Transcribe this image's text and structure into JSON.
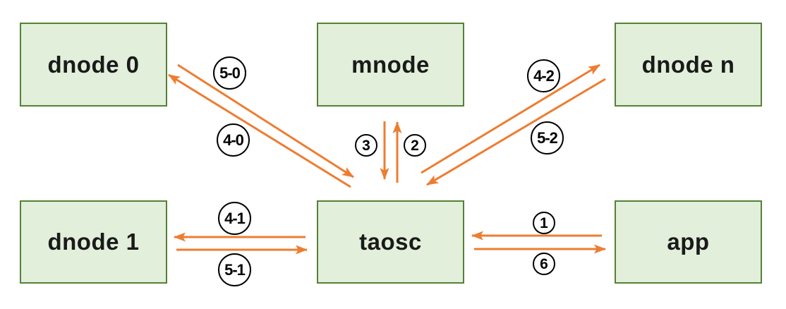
{
  "nodes": [
    {
      "id": "dnode0",
      "label": "dnode 0"
    },
    {
      "id": "mnode",
      "label": "mnode"
    },
    {
      "id": "dnoden",
      "label": "dnode n"
    },
    {
      "id": "dnode1",
      "label": "dnode 1"
    },
    {
      "id": "taosc",
      "label": "taosc"
    },
    {
      "id": "app",
      "label": "app"
    }
  ],
  "edges": [
    {
      "from": "dnode 0",
      "to": "taosc",
      "label": "5-0"
    },
    {
      "from": "taosc",
      "to": "dnode 0",
      "label": "4-0"
    },
    {
      "from": "mnode",
      "to": "taosc",
      "label": "3"
    },
    {
      "from": "taosc",
      "to": "mnode",
      "label": "2"
    },
    {
      "from": "taosc",
      "to": "dnode n",
      "label": "4-2"
    },
    {
      "from": "dnode n",
      "to": "taosc",
      "label": "5-2"
    },
    {
      "from": "taosc",
      "to": "dnode 1",
      "label": "4-1"
    },
    {
      "from": "dnode 1",
      "to": "taosc",
      "label": "5-1"
    },
    {
      "from": "app",
      "to": "taosc",
      "label": "1"
    },
    {
      "from": "taosc",
      "to": "app",
      "label": "6"
    }
  ],
  "colors": {
    "arrow": "#ED7D31",
    "box_fill": "#E2EFDA",
    "box_border": "#548235",
    "label_border": "#000000",
    "node_text": "#1A1A1A"
  }
}
